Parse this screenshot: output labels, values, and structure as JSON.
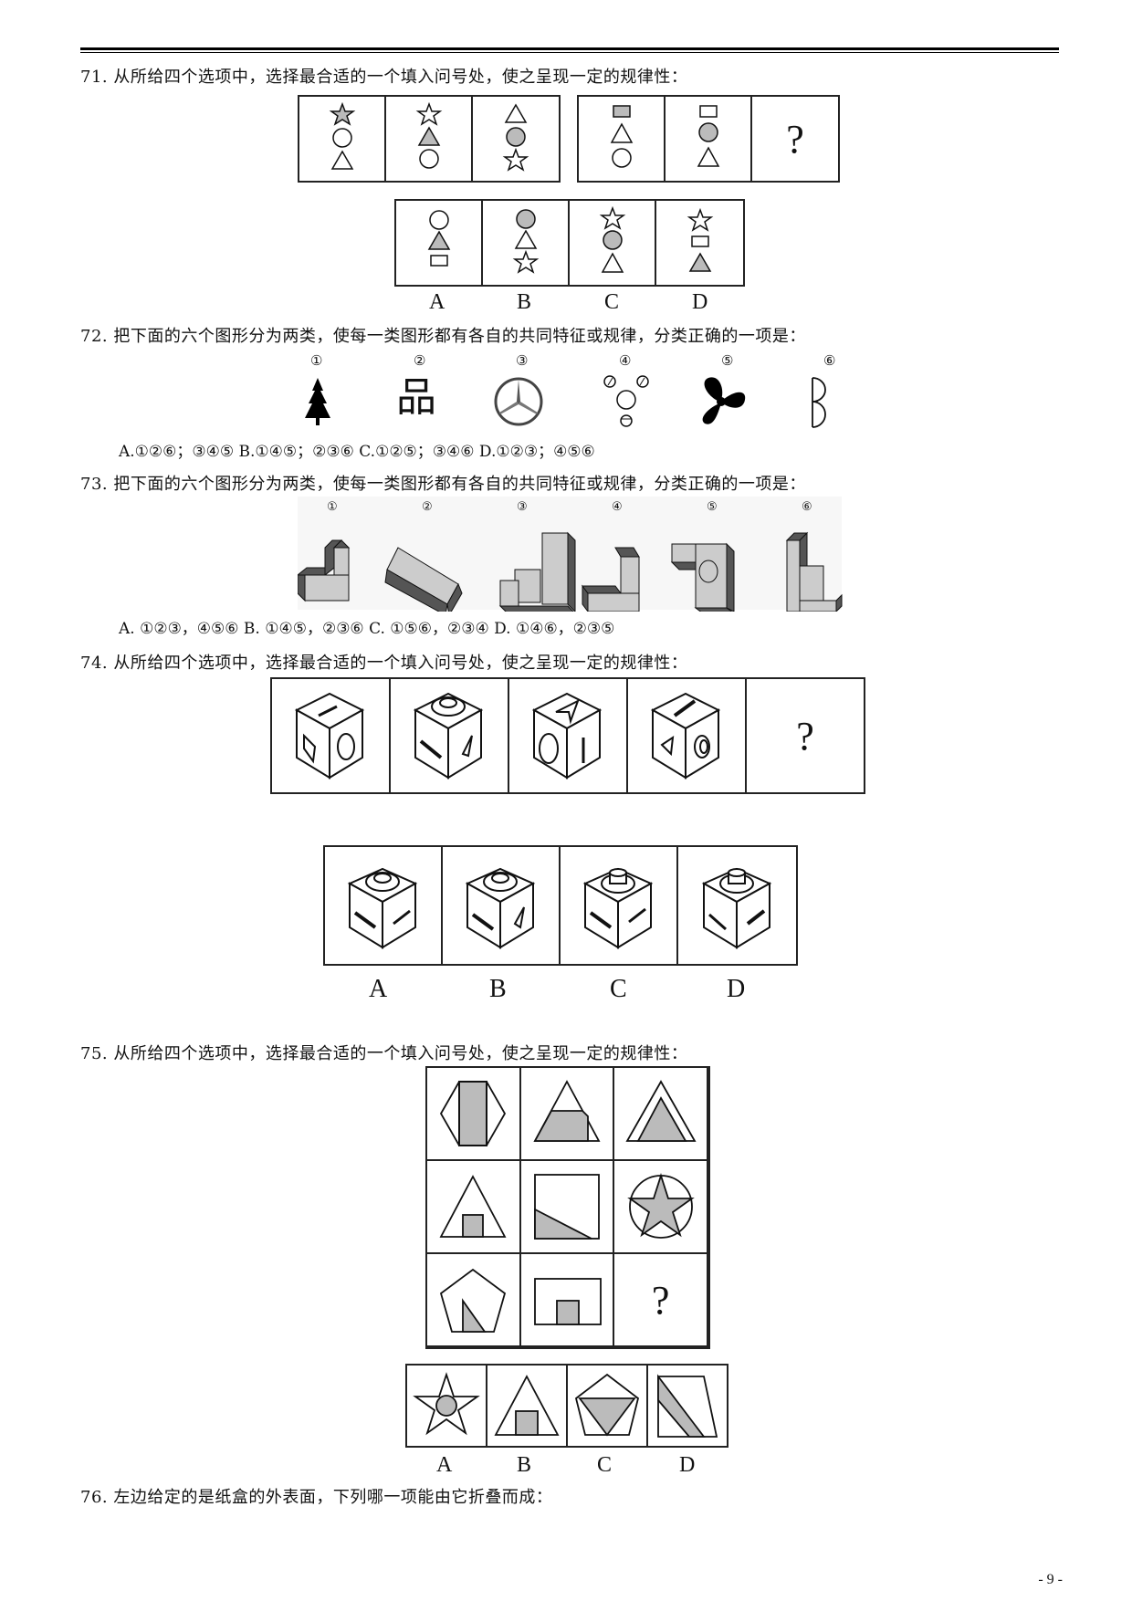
{
  "page_number": "- 9 -",
  "q71": {
    "text": "71. 从所给四个选项中，选择最合适的一个填入问号处，使之呈现一定的规律性：",
    "question_mark": "?",
    "options": [
      "A",
      "B",
      "C",
      "D"
    ]
  },
  "q72": {
    "text": "72. 把下面的六个图形分为两类，使每一类图形都有各自的共同特征或规律，分类正确的一项是：",
    "figure_labels": [
      "①",
      "②",
      "③",
      "④",
      "⑤",
      "⑥"
    ],
    "figure_2_char": "品",
    "choices": "A.①②⑥；③④⑤    B.①④⑤；②③⑥  C.①②⑤；③④⑥  D.①②③；④⑤⑥"
  },
  "q73": {
    "text": "73. 把下面的六个图形分为两类，使每一类图形都有各自的共同特征或规律，分类正确的一项是：",
    "figure_labels": [
      "①",
      "②",
      "③",
      "④",
      "⑤",
      "⑥"
    ],
    "choices": "A. ①②③，④⑤⑥    B. ①④⑤，②③⑥    C. ①⑤⑥，②③④    D. ①④⑥，②③⑤"
  },
  "q74": {
    "text": "74. 从所给四个选项中，选择最合适的一个填入问号处，使之呈现一定的规律性：",
    "question_mark": "?",
    "options": [
      "A",
      "B",
      "C",
      "D"
    ]
  },
  "q75": {
    "text": "75. 从所给四个选项中，选择最合适的一个填入问号处，使之呈现一定的规律性：",
    "question_mark": "?",
    "options": [
      "A",
      "B",
      "C",
      "D"
    ]
  },
  "q76": {
    "text": "76. 左边给定的是纸盒的外表面，下列哪一项能由它折叠而成："
  }
}
